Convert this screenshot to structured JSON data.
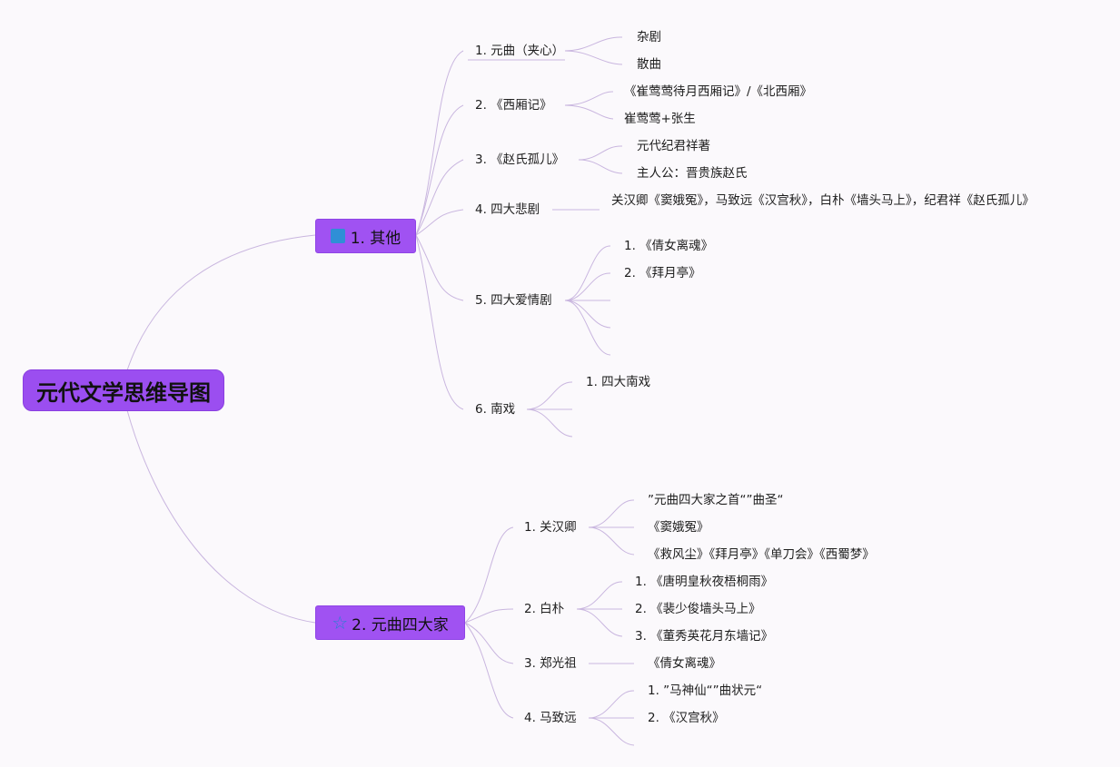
{
  "root": "元代文学思维导图",
  "branch1": {
    "label": "1. 其他",
    "icon": "blue-square-icon",
    "items": [
      {
        "label": "1. 元曲（夹心）",
        "children": [
          "杂剧",
          "散曲"
        ]
      },
      {
        "label": "2. 《西厢记》",
        "children": [
          "《崔莺莺待月西厢记》/《北西厢》",
          "崔莺莺+张生"
        ]
      },
      {
        "label": "3. 《赵氏孤儿》",
        "children": [
          "元代纪君祥著",
          "主人公：晋贵族赵氏"
        ]
      },
      {
        "label": "4. 四大悲剧",
        "children": [
          "关汉卿《窦娥冤》，马致远《汉宫秋》，白朴《墙头马上》，纪君祥《赵氏孤儿》"
        ]
      },
      {
        "label": "5. 四大爱情剧",
        "children": [
          "1. 《倩女离魂》",
          "2. 《拜月亭》"
        ]
      },
      {
        "label": "6. 南戏",
        "children": [
          "1. 四大南戏"
        ]
      }
    ]
  },
  "branch2": {
    "label": "2. 元曲四大家",
    "icon": "blue-star-icon",
    "items": [
      {
        "label": "1. 关汉卿",
        "children": [
          "”元曲四大家之首“”曲圣“",
          "《窦娥冤》",
          "《救风尘》《拜月亭》《单刀会》《西蜀梦》"
        ]
      },
      {
        "label": "2. 白朴",
        "children": [
          "1. 《唐明皇秋夜梧桐雨》",
          "2. 《裴少俊墙头马上》",
          "3. 《董秀英花月东墙记》"
        ]
      },
      {
        "label": "3. 郑光祖",
        "children": [
          "《倩女离魂》"
        ]
      },
      {
        "label": "4. 马致远",
        "children": [
          "1. ”马神仙“”曲状元“",
          "2. 《汉宫秋》"
        ]
      }
    ]
  },
  "colors": {
    "node": "#a052f2",
    "line": "#c8b3e0",
    "background": "#fbf9fc",
    "icon": "#2f8fd6"
  }
}
